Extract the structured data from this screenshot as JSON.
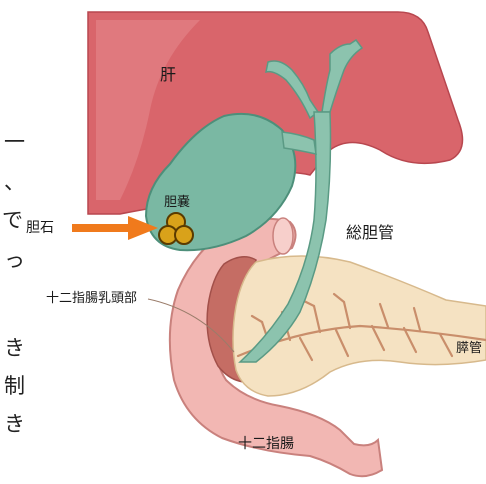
{
  "labels": {
    "liver": "肝",
    "gallbladder": "胆嚢",
    "gallstone": "胆石",
    "common_bile_duct": "総胆管",
    "duodenal_papilla": "十二指腸乳頭部",
    "pancreas": "膵管",
    "duodenum": "十二指腸"
  },
  "left_edge_text": [
    "一",
    "、",
    "で",
    "っ",
    "き",
    "制",
    "き"
  ],
  "colors": {
    "liver": "#d9656b",
    "gallbladder": "#7ab8a3",
    "duct": "#8cc3ae",
    "duodenum": "#f2b7b3",
    "pancreas": "#f5e2c2",
    "stone": "#d9a21a",
    "arrow": "#f07a1c"
  }
}
